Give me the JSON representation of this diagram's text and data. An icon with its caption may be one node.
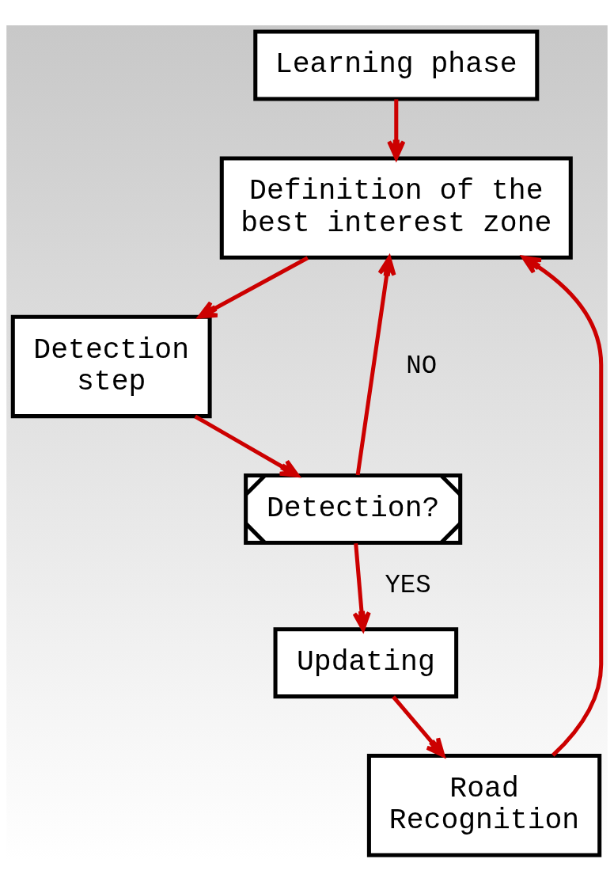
{
  "diagram": {
    "nodes": [
      {
        "text": [
          "Learning phase"
        ]
      },
      {
        "text": [
          "Definition of the best interest zone"
        ]
      },
      {
        "text": [
          "Detection step"
        ]
      },
      {
        "text": [
          "Detection?"
        ]
      },
      {
        "text": [
          "Updating"
        ]
      },
      {
        "text": [
          "Road Recognition"
        ]
      }
    ],
    "edges": [
      {
        "from": 0,
        "to": 1,
        "arrow": "to"
      },
      {
        "from": 1,
        "to": 2,
        "arrow": "to"
      },
      {
        "from": 2,
        "to": 3,
        "arrow": "to"
      },
      {
        "from": 3,
        "to": 1,
        "arrow": "to",
        "label": "NO"
      },
      {
        "from": 3,
        "to": 4,
        "arrow": "to",
        "label": "YES"
      },
      {
        "from": 4,
        "to": 5,
        "arrow": "to"
      },
      {
        "from": 5,
        "to": 1,
        "arrow": "to"
      }
    ]
  }
}
